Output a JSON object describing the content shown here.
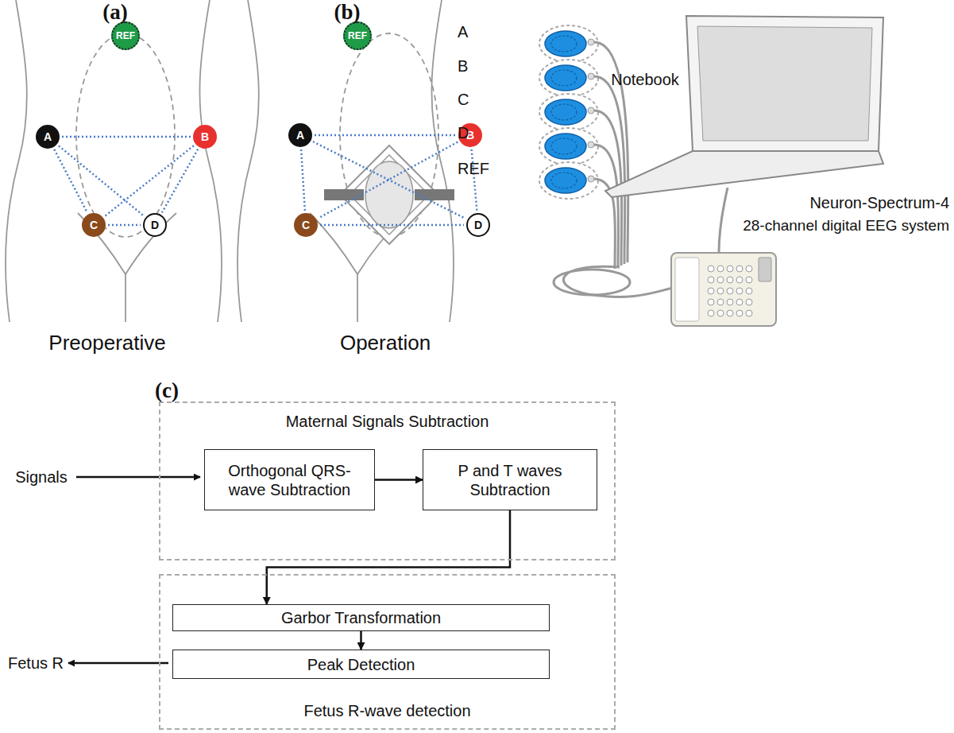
{
  "diagram": {
    "nodes": [
      {
        "text": [
          "REF"
        ]
      },
      {
        "text": [
          "A"
        ]
      },
      {
        "text": [
          "B"
        ]
      },
      {
        "text": [
          "C"
        ]
      },
      {
        "text": [
          "D"
        ]
      },
      {
        "text": [
          "REF"
        ]
      },
      {
        "text": [
          "A"
        ]
      },
      {
        "text": [
          "B"
        ]
      },
      {
        "text": [
          "C"
        ]
      },
      {
        "text": [
          "D"
        ]
      },
      {
        "text": [
          "Maternal Signals Subtraction"
        ]
      },
      {
        "text": [
          "Orthogonal QRS-wave Subtraction"
        ],
        "in": 10
      },
      {
        "text": [
          "P and T waves Subtraction"
        ],
        "in": 10
      },
      {
        "text": [
          "Fetus R-wave detection"
        ]
      },
      {
        "text": [
          "Garbor Transformation"
        ],
        "in": 13
      },
      {
        "text": [
          "Peak Detection"
        ],
        "in": 13
      }
    ],
    "edges": [
      {
        "from": 1,
        "to": 2,
        "arrow": "none"
      },
      {
        "from": 1,
        "to": 3,
        "arrow": "none"
      },
      {
        "from": 1,
        "to": 4,
        "arrow": "none"
      },
      {
        "from": 2,
        "to": 3,
        "arrow": "none"
      },
      {
        "from": 2,
        "to": 4,
        "arrow": "none"
      },
      {
        "from": 3,
        "to": 4,
        "arrow": "none"
      },
      {
        "from": 6,
        "to": 7,
        "arrow": "none"
      },
      {
        "from": 6,
        "to": 8,
        "arrow": "none"
      },
      {
        "from": 6,
        "to": 9,
        "arrow": "none"
      },
      {
        "from": 7,
        "to": 8,
        "arrow": "none"
      },
      {
        "from": 7,
        "to": 9,
        "arrow": "none"
      },
      {
        "from": 8,
        "to": 9,
        "arrow": "none"
      },
      {
        "from": 11,
        "to": 12,
        "arrow": "to"
      },
      {
        "from": 12,
        "to": 14,
        "arrow": "to"
      },
      {
        "from": 14,
        "to": 15,
        "arrow": "to"
      }
    ],
    "labels": [
      "(a)",
      "(b)",
      "A",
      "B",
      "C",
      "D",
      "REF",
      "Notebook",
      "Neuron-Spectrum-4",
      "28-channel digital EEG system",
      "Preoperative",
      "Operation",
      "(c)",
      "Signals",
      "Fetus R"
    ]
  }
}
